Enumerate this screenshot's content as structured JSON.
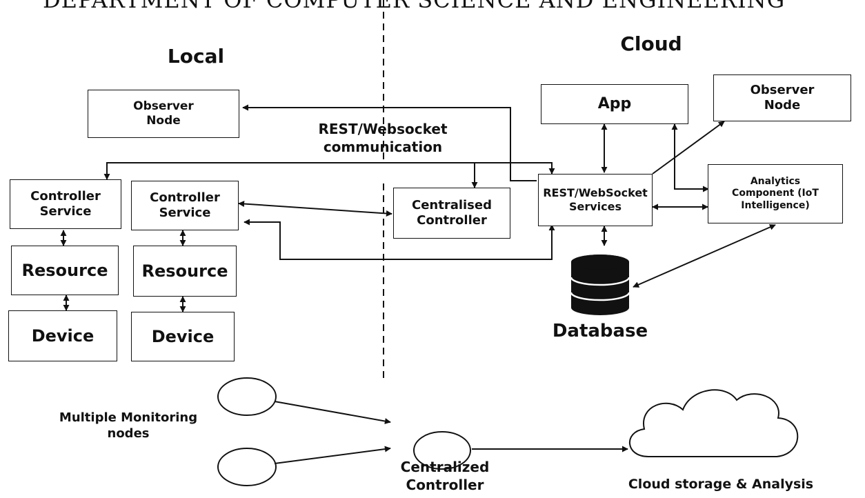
{
  "header": {
    "title": "DEPARTMENT OF COMPUTER SCIENCE AND ENGINEERING"
  },
  "sections": {
    "local": "Local",
    "cloud": "Cloud"
  },
  "edge_label": {
    "line1": "REST/Websocket",
    "line2": "communication"
  },
  "nodes": {
    "observer_local": {
      "line1": "Observer",
      "line2": "Node"
    },
    "controller_service_1": {
      "line1": "Controller",
      "line2": "Service"
    },
    "controller_service_2": {
      "line1": "Controller",
      "line2": "Service"
    },
    "resource_1": "Resource",
    "resource_2": "Resource",
    "device_1": "Device",
    "device_2": "Device",
    "centralised_controller": {
      "line1": "Centralised",
      "line2": "Controller"
    },
    "app": "App",
    "observer_cloud": {
      "line1": "Observer",
      "line2": "Node"
    },
    "rest_websocket_services": {
      "line1": "REST/WebSocket",
      "line2": "Services"
    },
    "analytics": {
      "line1": "Analytics",
      "line2": "Component (IoT",
      "line3": "Intelligence)"
    },
    "database": "Database"
  },
  "bottom": {
    "monitoring_label": {
      "line1": "Multiple Monitoring",
      "line2": "nodes"
    },
    "controller_label": {
      "line1": "Centralized",
      "line2": "Controller"
    },
    "cloud_label": "Cloud storage & Analysis"
  }
}
